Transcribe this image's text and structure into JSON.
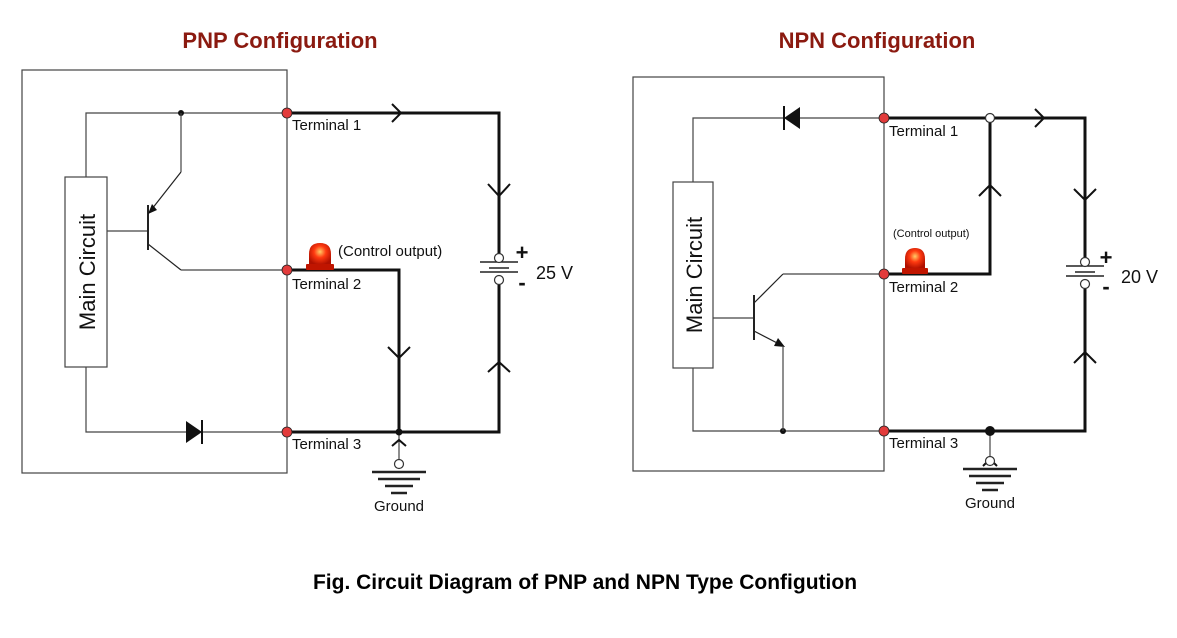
{
  "pnp": {
    "title": "PNP Configuration",
    "main_circuit": "Main Circuit",
    "terminal1": "Terminal 1",
    "terminal2": "Terminal 2",
    "terminal3": "Terminal 3",
    "control_output": "(Control output)",
    "voltage": "25 V",
    "plus": "+",
    "minus": "-",
    "ground": "Ground"
  },
  "npn": {
    "title": "NPN Configuration",
    "main_circuit": "Main Circuit",
    "terminal1": "Terminal 1",
    "terminal2": "Terminal 2",
    "terminal3": "Terminal 3",
    "control_output": "(Control output)",
    "voltage": "20 V",
    "plus": "+",
    "minus": "-",
    "ground": "Ground"
  },
  "caption": "Fig. Circuit Diagram of PNP and NPN Type Configution",
  "colors": {
    "title": "#8b1a10",
    "terminal": "#e23b3b",
    "lamp": "#e02010"
  }
}
